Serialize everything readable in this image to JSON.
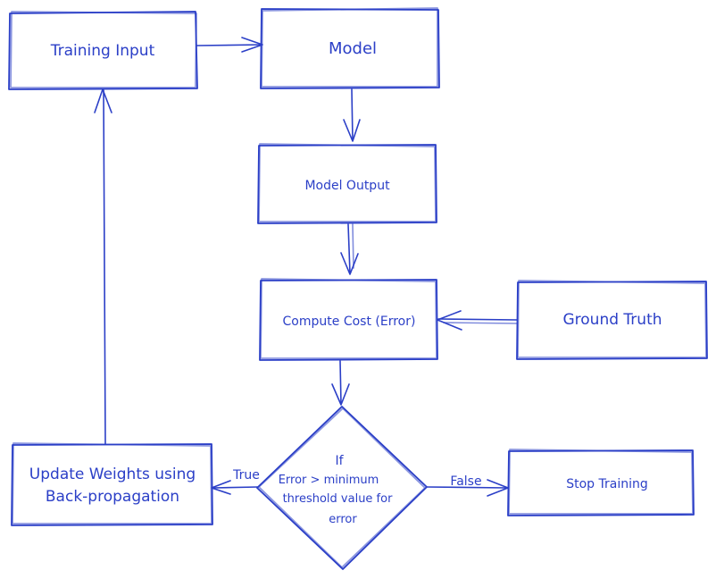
{
  "nodes": {
    "training_input": "Training Input",
    "model": "Model",
    "model_output": "Model Output",
    "compute_cost": "Compute Cost (Error)",
    "ground_truth": "Ground Truth",
    "update_weights_line1": "Update Weights using",
    "update_weights_line2": "Back-propagation",
    "stop_training": "Stop Training"
  },
  "decision": {
    "line1": "If",
    "line2": "Error > minimum",
    "line3": "threshold value for",
    "line4": "error"
  },
  "edges": {
    "true_label": "True",
    "false_label": "False"
  },
  "colors": {
    "ink": "#2b3fc7",
    "background": "#ffffff"
  }
}
